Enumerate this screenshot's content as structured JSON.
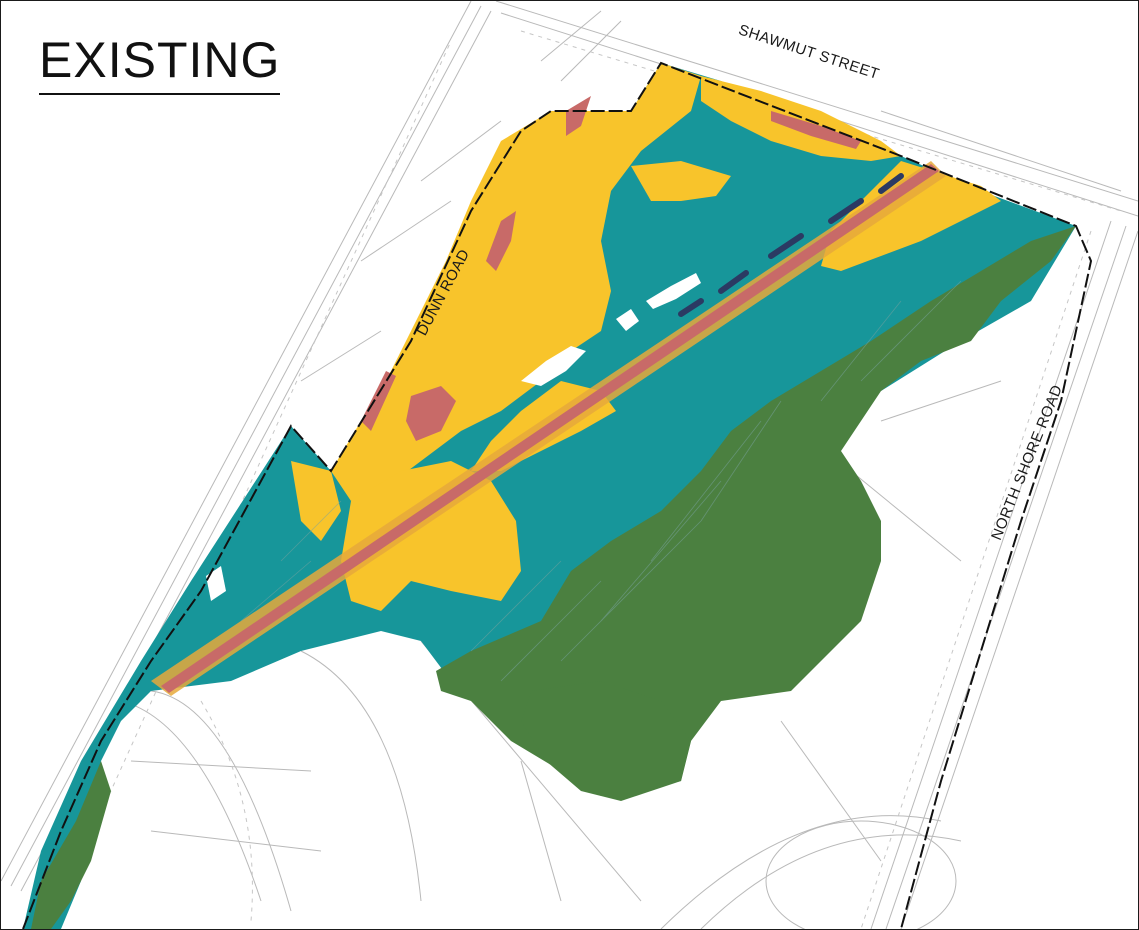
{
  "title": "EXISTING",
  "streets": {
    "shawmut": "SHAWMUT STREET",
    "dunn": "DUNN ROAD",
    "north_shore": "NORTH SHORE ROAD"
  },
  "colors": {
    "yellow": "#f8c42b",
    "teal": "#17969a",
    "green": "#4b8040",
    "red": "#c86a68",
    "navy": "#2b3a63",
    "line_gray": "#8b8b8b",
    "boundary": "#111111"
  }
}
